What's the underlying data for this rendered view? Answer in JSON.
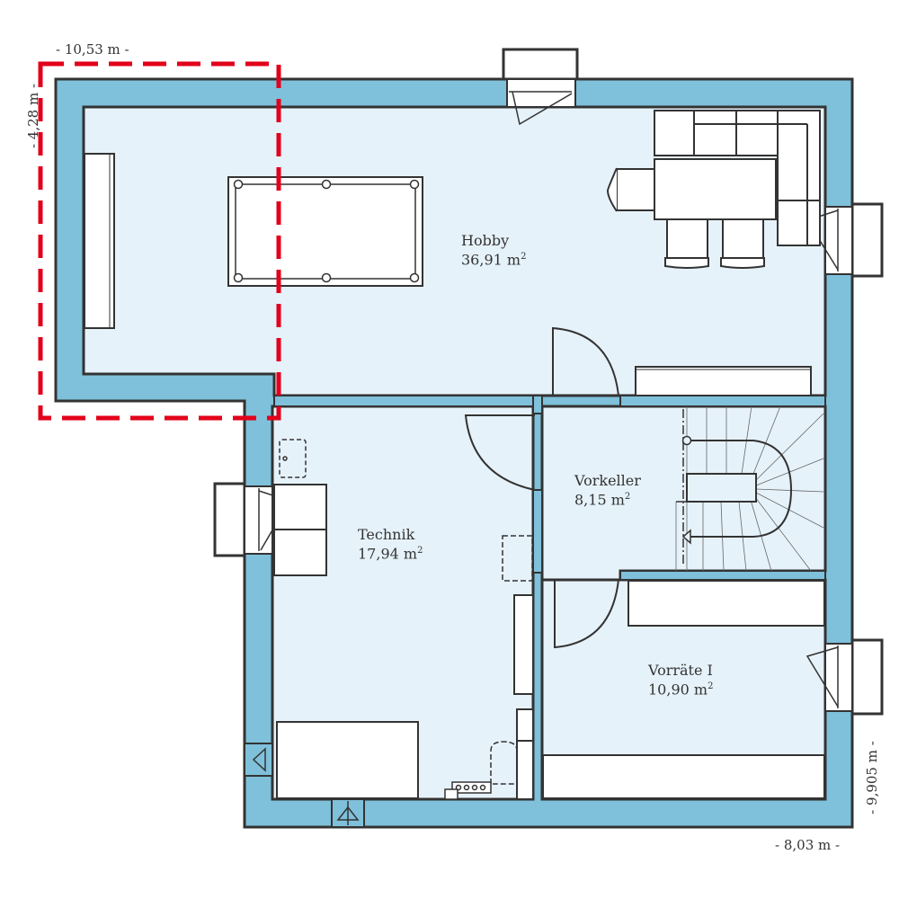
{
  "colors": {
    "wall": "#7fc0da",
    "floor": "#e6f2fa",
    "outline": "#333333",
    "furniture": "#ffffff",
    "highlight": "#e2001a"
  },
  "rooms": [
    {
      "name": "Hobby",
      "area": "36,91 m",
      "unit_sup": "2"
    },
    {
      "name": "Technik",
      "area": "17,94 m",
      "unit_sup": "2"
    },
    {
      "name": "Vorkeller",
      "area": "8,15 m",
      "unit_sup": "2"
    },
    {
      "name": "Vorräte I",
      "area": "10,90 m",
      "unit_sup": "2"
    }
  ],
  "dimensions": {
    "top_width": "- 10,53 m -",
    "left_height": "- 4,28 m -",
    "right_height": "- 9,905 m -",
    "bottom_width": "- 8,03 m -"
  },
  "icons": [
    "billiard-table-icon",
    "dining-table-icon",
    "sofa-icon",
    "staircase-icon",
    "door-swing-icon",
    "window-icon",
    "boiler-icon",
    "washing-machine-icon"
  ]
}
